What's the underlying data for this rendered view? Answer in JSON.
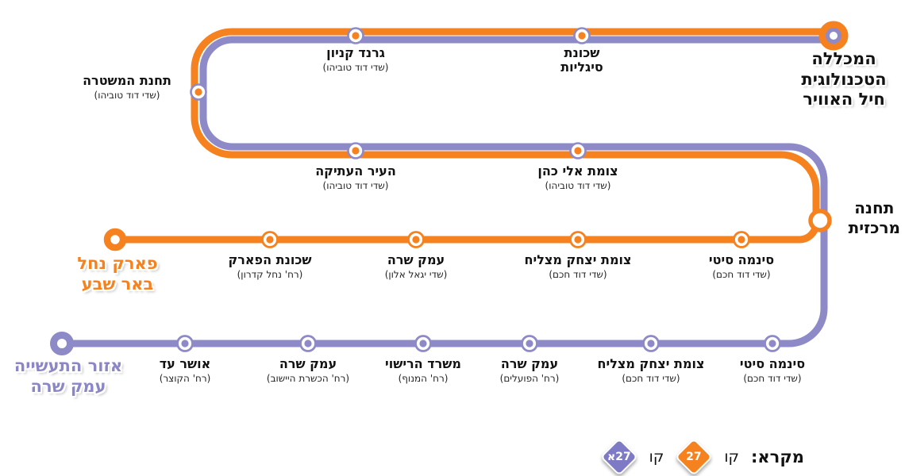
{
  "colors": {
    "line_27_orange": "#F5821F",
    "line_27a_purple": "#8E8AC8",
    "badge_purple": "#7E7AC6",
    "text_black": "#121212"
  },
  "termini": {
    "airforce_college": "המכללה\nהטכנולוגית\nחיל האוויר",
    "central_station": "תחנה\nמרכזית",
    "nahal_beersheva_park": "פארק נחל\nבאר שבע",
    "emek_sara_industrial_zone": "אזור התעשייה\nעמק שרה"
  },
  "stations": {
    "grand_kanyon": {
      "name": "גרנד קניון",
      "street": "(שדי דוד טוביהו)"
    },
    "sigaliyot": {
      "name": "שכונת\nסיגליות",
      "street": ""
    },
    "police_station": {
      "name": "תחנת המשטרה",
      "street": "(שדי דוד טוביהו)"
    },
    "old_city": {
      "name": "העיר העתיקה",
      "street": "(שדי דוד טוביהו)"
    },
    "eli_cohen_junction": {
      "name": "צומת אלי כהן",
      "street": "(שדי דוד טוביהו)"
    },
    "park_neighborhood": {
      "name": "שכונת הפארק",
      "street": "(רח' נחל קדרון)"
    },
    "emek_sara_yigal_alon": {
      "name": "עמק שרה",
      "street": "(שדי יגאל אלון)"
    },
    "yitzhak_matzliach_27": {
      "name": "צומת יצחק מצליח",
      "street": "(שדי דוד חכם)"
    },
    "cinema_city_27": {
      "name": "סינמה סיטי",
      "street": "(שדי דוד חכם)"
    },
    "osher_ad": {
      "name": "אושר עד",
      "street": "(רח' הקוצר)"
    },
    "emek_sara_hachsharat": {
      "name": "עמק שרה",
      "street": "(רח' הכשרת היישוב)"
    },
    "misrad_harishui": {
      "name": "משרד הרישוי",
      "street": "(רח' המנוף)"
    },
    "emek_sara_hapoalim": {
      "name": "עמק שרה",
      "street": "(רח' הפועלים)"
    },
    "yitzhak_matzliach_27a": {
      "name": "צומת יצחק מצליח",
      "street": "(שדי דוד חכם)"
    },
    "cinema_city_27a": {
      "name": "סינמה סיטי",
      "street": "(שדי דוד חכם)"
    }
  },
  "legend": {
    "title": "מקרא:",
    "line_word_27": "קו",
    "badge_27": "27",
    "line_word_27a": "קו",
    "badge_27a": "27א"
  }
}
